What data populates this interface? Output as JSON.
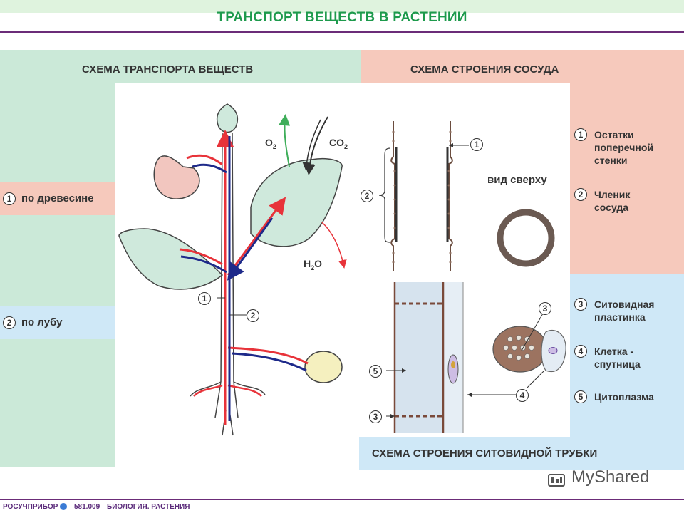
{
  "title": "ТРАНСПОРТ ВЕЩЕСТВ В РАСТЕНИИ",
  "left_section": {
    "heading": "СХЕМА ТРАНСПОРТА ВЕЩЕСТВ",
    "legend": [
      {
        "num": "1",
        "label": "по древесине"
      },
      {
        "num": "2",
        "label": "по лубу"
      }
    ],
    "labels": {
      "o2": "O",
      "o2_sub": "2",
      "co2": "CO",
      "co2_sub": "2",
      "h2o_h": "H",
      "h2o_sub": "2",
      "h2o_o": "O"
    },
    "callouts": [
      "1",
      "2"
    ]
  },
  "right_section": {
    "heading": "СХЕМА СТРОЕНИЯ СОСУДА",
    "top_view_label": "вид сверху",
    "callouts": [
      "1",
      "2"
    ],
    "legend": [
      {
        "num": "1",
        "lines": [
          "Остатки",
          "поперечной",
          "стенки"
        ]
      },
      {
        "num": "2",
        "lines": [
          "Членик",
          "сосуда"
        ]
      }
    ]
  },
  "sieve_section": {
    "heading": "СХЕМА СТРОЕНИЯ СИТОВИДНОЙ ТРУБКИ",
    "callouts": [
      "3",
      "4",
      "5",
      "3"
    ],
    "legend": [
      {
        "num": "3",
        "lines": [
          "Ситовидная",
          "пластинка"
        ]
      },
      {
        "num": "4",
        "lines": [
          "Клетка -",
          "спутница"
        ]
      },
      {
        "num": "5",
        "lines": [
          "Цитоплазма"
        ]
      }
    ]
  },
  "footer": {
    "brand": "РОСУЧПРИБОР",
    "code": "581.009",
    "subject": "БИОЛОГИЯ. РАСТЕНИЯ"
  },
  "watermark": "MyShared",
  "colors": {
    "xylem": "#e8333a",
    "phloem": "#1e2a8a",
    "leaf": "#cfe9dc",
    "title_green": "#1d9a4c"
  }
}
